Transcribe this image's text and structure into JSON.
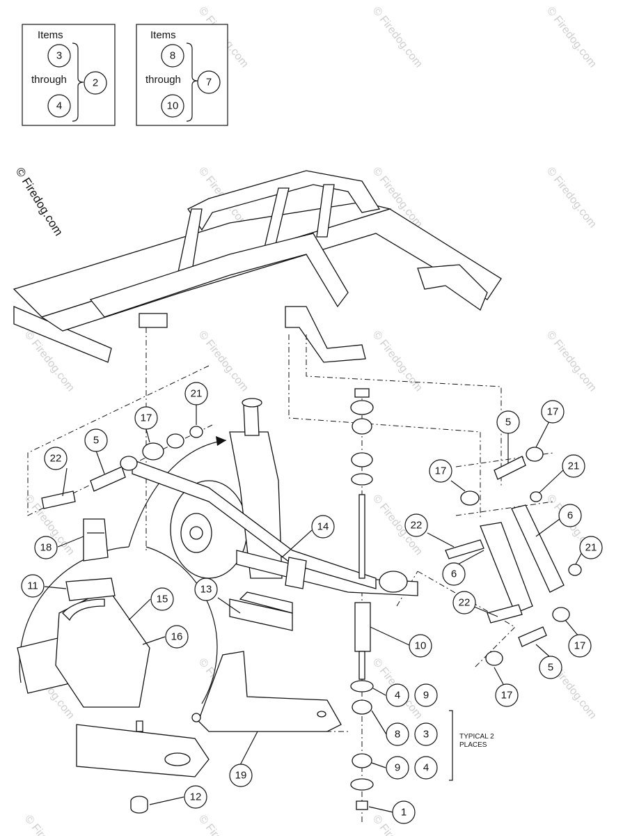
{
  "copyright": "© Firedog.com",
  "watermark": "© Firedog.com",
  "legend_boxes": [
    {
      "title": "Items",
      "top": "3",
      "middle": "through",
      "bottom": "4",
      "group": "2"
    },
    {
      "title": "Items",
      "top": "8",
      "middle": "through",
      "bottom": "10",
      "group": "7"
    }
  ],
  "note": {
    "line1": "TYPICAL 2",
    "line2": "PLACES"
  },
  "callouts": [
    "21",
    "17",
    "5",
    "22",
    "18",
    "11",
    "15",
    "16",
    "13",
    "14",
    "19",
    "12",
    "5",
    "17",
    "17",
    "21",
    "6",
    "22",
    "6",
    "21",
    "22",
    "17",
    "5",
    "17",
    "10",
    "4",
    "9",
    "8",
    "3",
    "9",
    "4",
    "1"
  ]
}
